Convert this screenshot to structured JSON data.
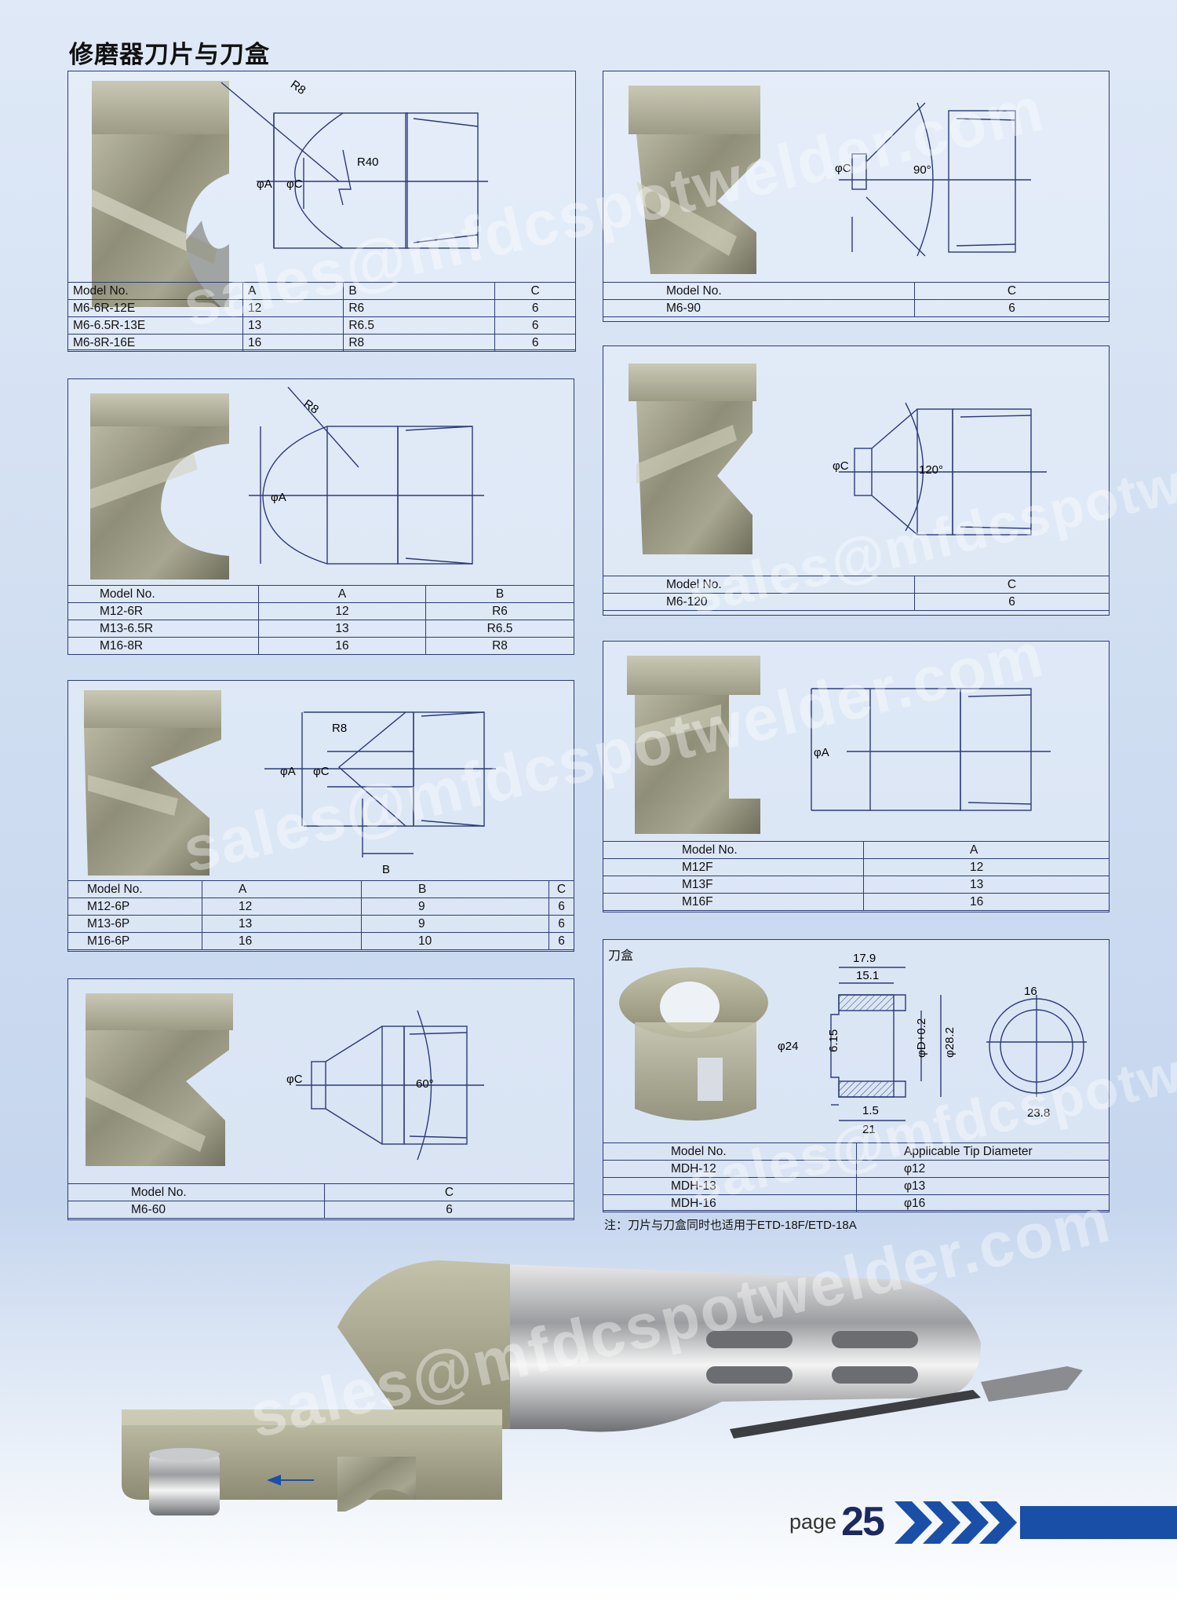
{
  "page_title": "修磨器刀片与刀盒",
  "note": "注：刀片与刀盒同时也适用于ETD-18F/ETD-18A",
  "watermark": "sales@mfdcspotwelder.com",
  "footer": {
    "label": "page",
    "number": "25"
  },
  "colors": {
    "frame": "#2c3a7a",
    "accent": "#1a4fa8"
  },
  "panel_r": {
    "dims": {
      "r8": "R8",
      "r40": "R40",
      "a": "φA",
      "c": "φC"
    },
    "headers": [
      "Model No.",
      "A",
      "B",
      "C"
    ],
    "rows": [
      [
        "M6-6R-12E",
        "12",
        "R6",
        "6"
      ],
      [
        "M6-6.5R-13E",
        "13",
        "R6.5",
        "6"
      ],
      [
        "M6-8R-16E",
        "16",
        "R8",
        "6"
      ]
    ]
  },
  "panel_90": {
    "dims": {
      "c": "φC",
      "angle": "90°"
    },
    "headers": [
      "Model No.",
      "C"
    ],
    "rows": [
      [
        "M6-90",
        "6"
      ]
    ]
  },
  "panel_m12r": {
    "dims": {
      "r8": "R8",
      "a": "φA"
    },
    "headers": [
      "Model No.",
      "A",
      "B"
    ],
    "rows": [
      [
        "M12-6R",
        "12",
        "R6"
      ],
      [
        "M13-6.5R",
        "13",
        "R6.5"
      ],
      [
        "M16-8R",
        "16",
        "R8"
      ]
    ]
  },
  "panel_120": {
    "dims": {
      "c": "φC",
      "angle": "120°"
    },
    "headers": [
      "Model No.",
      "C"
    ],
    "rows": [
      [
        "M6-120",
        "6"
      ]
    ]
  },
  "panel_p": {
    "dims": {
      "r8": "R8",
      "a": "φA",
      "c": "φC",
      "b": "B"
    },
    "headers": [
      "Model No.",
      "A",
      "B",
      "C"
    ],
    "rows": [
      [
        "M12-6P",
        "12",
        "9",
        "6"
      ],
      [
        "M13-6P",
        "13",
        "9",
        "6"
      ],
      [
        "M16-6P",
        "16",
        "10",
        "6"
      ]
    ]
  },
  "panel_f": {
    "dims": {
      "a": "φA"
    },
    "headers": [
      "Model No.",
      "A"
    ],
    "rows": [
      [
        "M12F",
        "12"
      ],
      [
        "M13F",
        "13"
      ],
      [
        "M16F",
        "16"
      ]
    ]
  },
  "panel_60": {
    "dims": {
      "c": "φC",
      "angle": "60°"
    },
    "headers": [
      "Model No.",
      "C"
    ],
    "rows": [
      [
        "M6-60",
        "6"
      ]
    ]
  },
  "panel_box": {
    "label": "刀盒",
    "dims": {
      "d179": "17.9",
      "d151": "15.1",
      "d24": "φ24",
      "d615": "6.15",
      "dd": "φD+0.2",
      "d282": "φ28.2",
      "d15": "1.5",
      "d21": "21",
      "d16": "16",
      "d238": "23.8"
    },
    "headers": [
      "Model No.",
      "Applicable Tip Diameter"
    ],
    "rows": [
      [
        "MDH-12",
        "φ12"
      ],
      [
        "MDH-13",
        "φ13"
      ],
      [
        "MDH-16",
        "φ16"
      ]
    ]
  }
}
